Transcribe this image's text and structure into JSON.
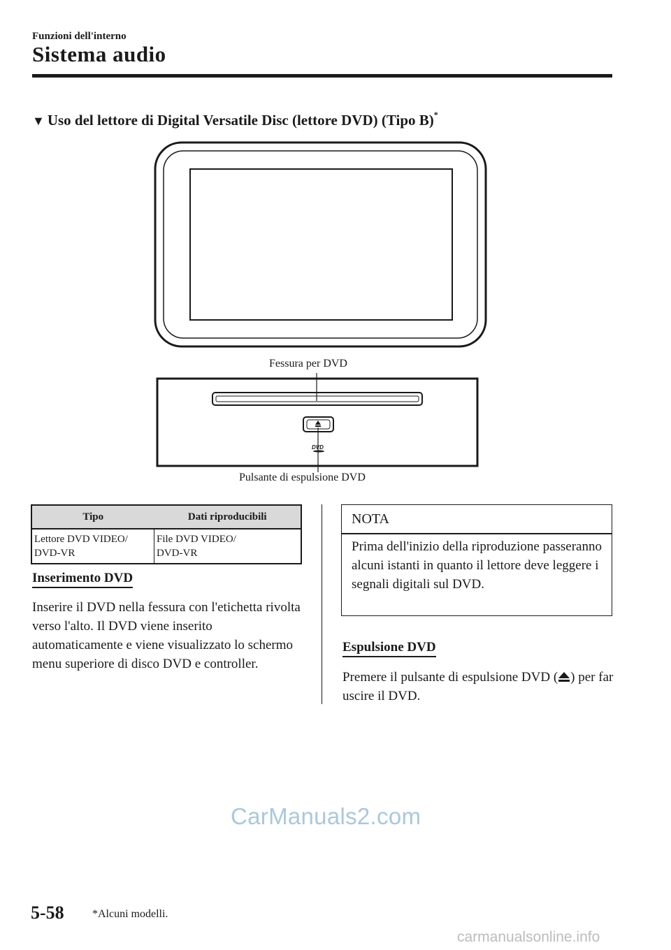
{
  "header": {
    "section": "Funzioni dell'interno",
    "title": "Sistema audio"
  },
  "section_heading": {
    "marker": "▼",
    "text": "Uso del lettore di Digital Versatile Disc (lettore DVD) (Tipo B)",
    "footnote_mark": "*"
  },
  "illustration": {
    "label_slot": "Fessura per DVD",
    "label_eject": "Pulsante di espulsione DVD",
    "dvd_logo": "DVD"
  },
  "table": {
    "headers": [
      "Tipo",
      "Dati riproducibili"
    ],
    "rows": [
      [
        "Lettore DVD VIDEO/\nDVD-VR",
        "File DVD VIDEO/\nDVD-VR"
      ]
    ]
  },
  "insert": {
    "heading": "Inserimento DVD",
    "body": "Inserire il DVD nella fessura con l'etichetta rivolta verso l'alto. Il DVD viene inserito automaticamente e viene visualizzato lo schermo menu superiore di disco DVD e controller."
  },
  "note": {
    "title": "NOTA",
    "body": "Prima dell'inizio della riproduzione passeranno alcuni istanti in quanto il lettore deve leggere i segnali digitali sul DVD."
  },
  "eject": {
    "heading": "Espulsione DVD",
    "body_before": "Premere il pulsante di espulsione DVD (",
    "body_after": ") per far uscire il DVD."
  },
  "footer": {
    "page_number": "5-58",
    "footnote": "*Alcuni modelli.",
    "watermark": "CarManuals2.com",
    "site_mark": "carmanualsonline.info"
  }
}
